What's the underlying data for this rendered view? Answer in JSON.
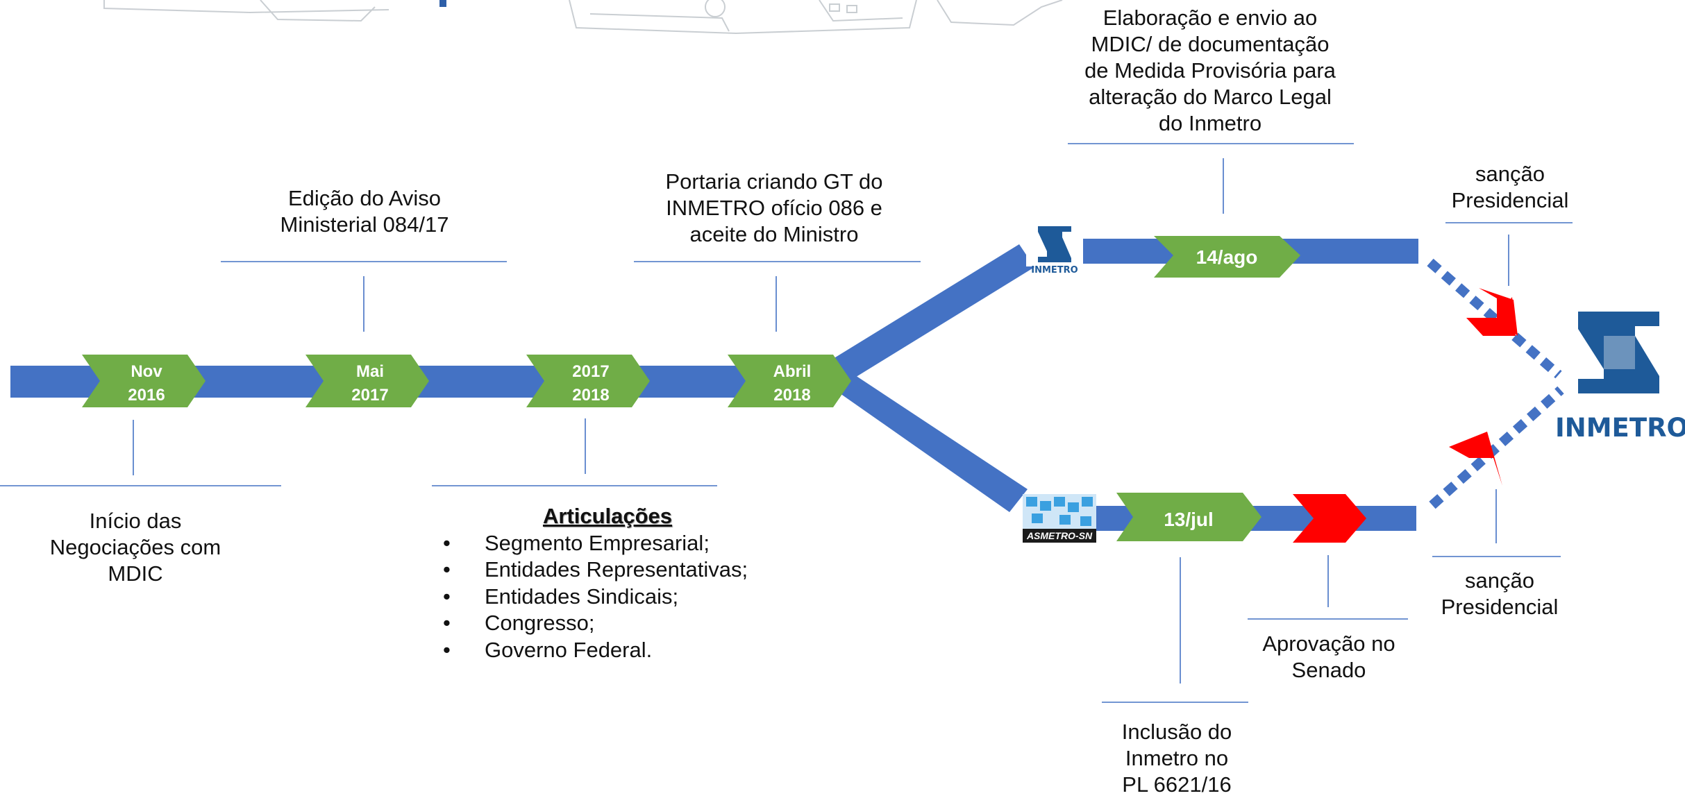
{
  "milestones": [
    {
      "line1": "Nov",
      "line2": "2016"
    },
    {
      "line1": "Mai",
      "line2": "2017"
    },
    {
      "line1": "2017",
      "line2": "2018"
    },
    {
      "line1": "Abril",
      "line2": "2018"
    }
  ],
  "upper_marker": "14/ago",
  "lower_marker": "13/jul",
  "labels": {
    "nov2016": "Início das\nNegociações com\nMDIC",
    "mai2017": "Edição do Aviso\nMinisterial 084/17",
    "portaria": "Portaria criando GT do\nINMETRO ofício 086 e\naceite do Ministro",
    "elaboracao": "Elaboração e envio ao\nMDIC/ de documentação\nde Medida Provisória para\nalteração do Marco Legal\ndo Inmetro",
    "sancao_top": "sanção\nPresidencial",
    "sancao_bottom": "sanção\nPresidencial",
    "aprovacao": "Aprovação no\nSenado",
    "inclusao": "Inclusão do\nInmetro no\nPL 6621/16"
  },
  "articulacoes": {
    "title": "Articulações",
    "items": [
      "Segmento Empresarial;",
      "Entidades Representativas;",
      "Entidades Sindicais;",
      "Congresso;",
      "Governo Federal."
    ]
  },
  "logos": {
    "inmetro_big": "INMETRO",
    "inmetro_small": "INMETRO",
    "asmetro": "ASMETRO-SN"
  },
  "colors": {
    "track": "#4472c4",
    "marker": "#70ad47",
    "arrow_red": "#ff0000",
    "callout_line": "#4472c4"
  }
}
